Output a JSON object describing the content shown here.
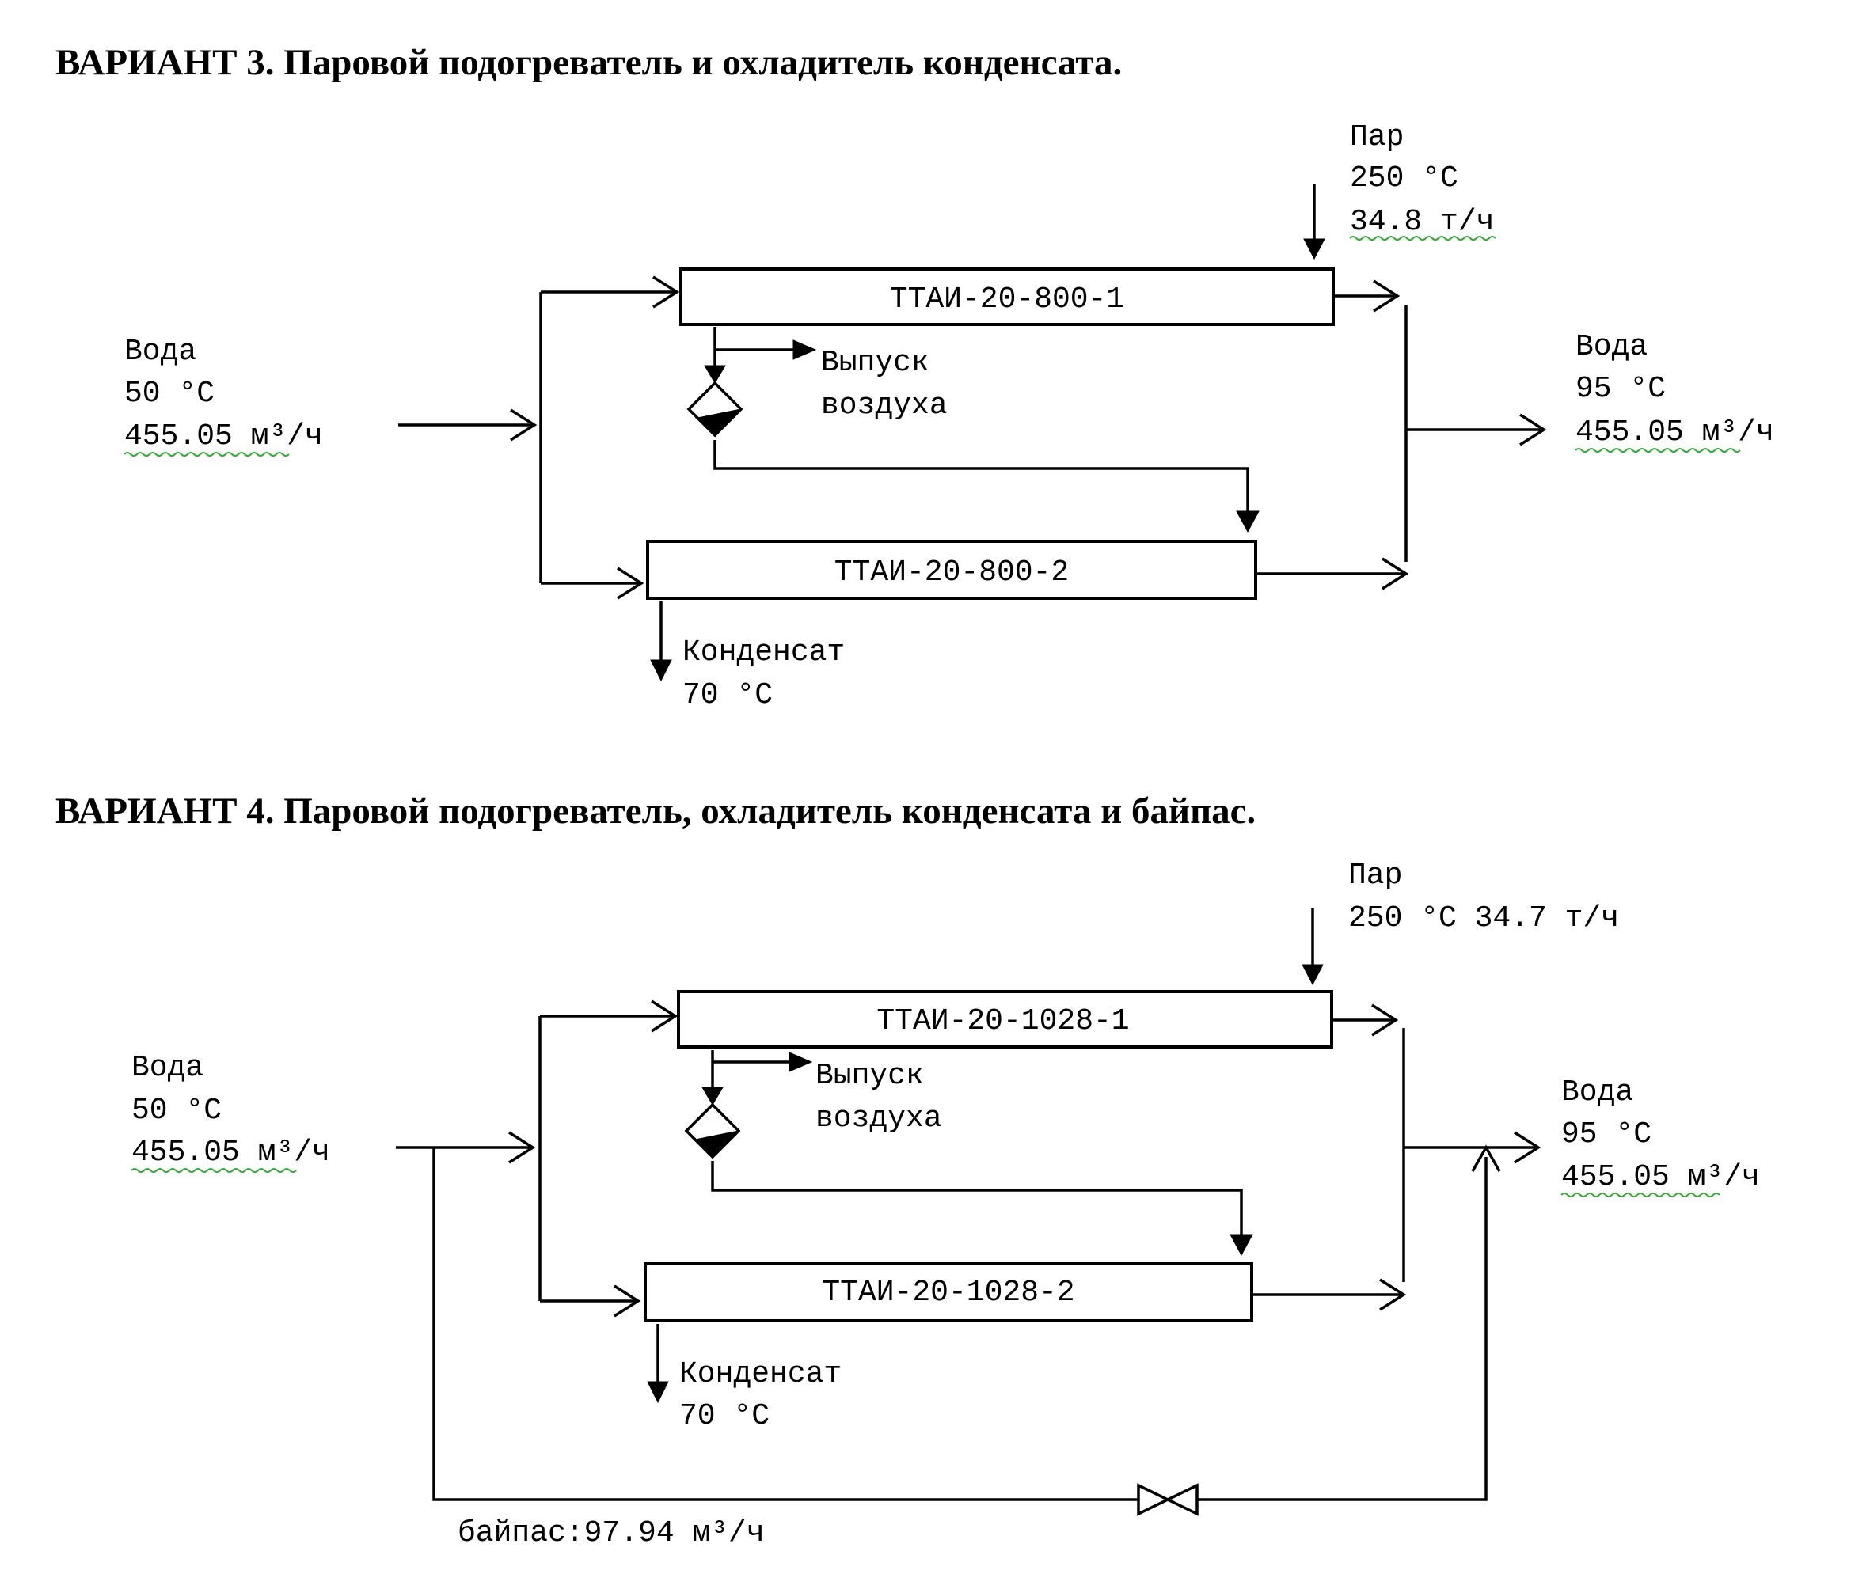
{
  "variant3": {
    "title": "ВАРИАНТ 3. Паровой подогреватель и охладитель конденсата.",
    "steam": {
      "label": "Пар",
      "temp": "250 °C",
      "flow": "34.8 т/ч"
    },
    "water_in": {
      "label": "Вода",
      "temp": "50 °C",
      "flow": "455.05 м³/ч"
    },
    "water_out": {
      "label": "Вода",
      "temp": "95 °C",
      "flow": "455.05 м³/ч"
    },
    "hx1": "ТТАИ-20-800-1",
    "hx2": "ТТАИ-20-800-2",
    "air_release": {
      "line1": "Выпуск",
      "line2": "воздуха"
    },
    "condensate": {
      "label": "Конденсат",
      "temp": "70 °C"
    }
  },
  "variant4": {
    "title": "ВАРИАНТ 4. Паровой подогреватель, охладитель конденсата и байпас.",
    "steam": {
      "label": "Пар",
      "temp_flow": "250 °C 34.7 т/ч"
    },
    "water_in": {
      "label": "Вода",
      "temp": "50 °C",
      "flow": "455.05 м³/ч"
    },
    "water_out": {
      "label": "Вода",
      "temp": "95 °C",
      "flow": "455.05 м³/ч"
    },
    "hx1": "ТТАИ-20-1028-1",
    "hx2": "ТТАИ-20-1028-2",
    "air_release": {
      "line1": "Выпуск",
      "line2": "воздуха"
    },
    "condensate": {
      "label": "Конденсат",
      "temp": "70 °C"
    },
    "bypass": "байпас:97.94 м³/ч"
  }
}
